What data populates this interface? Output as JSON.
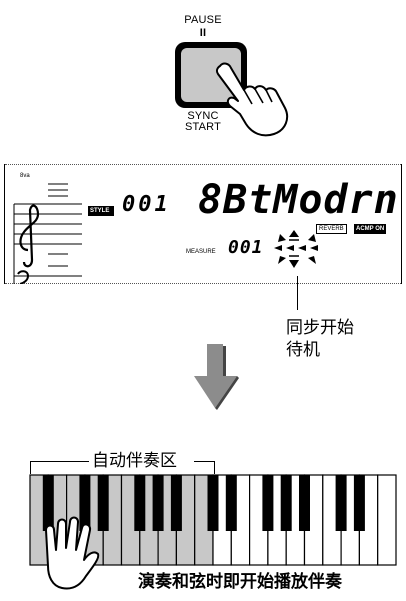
{
  "button": {
    "top_label": "PAUSE",
    "pause_symbol": "II",
    "bottom_label_line1": "SYNC",
    "bottom_label_line2": "START",
    "face_color": "#c8c8c8"
  },
  "display": {
    "octave_marker": "8va",
    "style_badge": "STYLE",
    "style_number": "001",
    "style_name": "8BtModrn",
    "reverb_tag": "REVERB",
    "acmp_tag": "ACMP ON",
    "measure_label": "MEASURE",
    "measure_number": "001"
  },
  "callout": {
    "line1": "同步开始",
    "line2": "待机"
  },
  "arrow": {
    "color": "#8c8c8c"
  },
  "keyboard": {
    "zone_label": "自动伴奏区",
    "zone_color": "#c8c8c8",
    "instruction": "演奏和弦时即开始播放伴奏"
  }
}
